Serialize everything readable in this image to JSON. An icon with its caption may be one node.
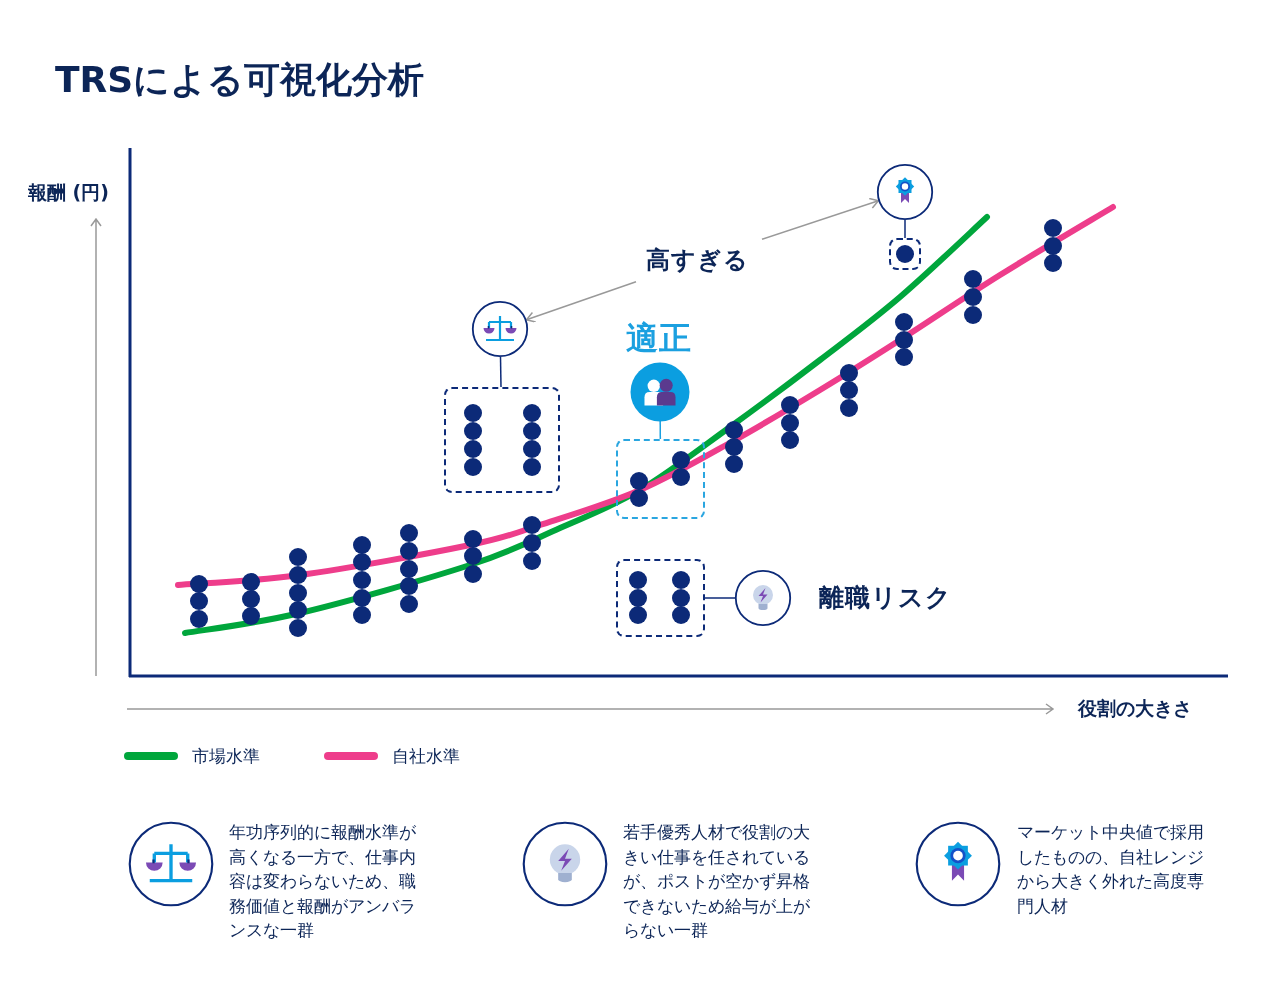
{
  "diagram": {
    "title": "TRSによる可視化分析",
    "nodes": [
      {
        "text": [
          "高すぎる"
        ]
      },
      {
        "text": [],
        "shape": "circle"
      },
      {
        "text": [],
        "shape": "box"
      },
      {
        "text": [],
        "shape": "circle"
      },
      {
        "text": [],
        "shape": "box"
      },
      {
        "text": [
          "適正"
        ]
      },
      {
        "text": [],
        "shape": "box"
      },
      {
        "text": [],
        "shape": "box"
      },
      {
        "text": [
          "離職リスク"
        ]
      },
      {
        "text": [],
        "shape": "circle",
        "beside": [
          "年功序列的に報酬水準が高くなる一方で、仕事内容は変わらないため、職務価値と報酬がアンバランスな一群"
        ]
      },
      {
        "text": [],
        "shape": "circle",
        "beside": [
          "若手優秀人材で役割の大きい仕事を任されているが、ポストが空かず昇格できないため給与が上がらない一群"
        ]
      },
      {
        "text": [],
        "shape": "circle",
        "beside": [
          "マーケット中央値で採用したものの、自社レンジから大きく外れた高度専門人材"
        ]
      }
    ],
    "edges": [
      {
        "from": 0,
        "to": 1,
        "arrow": "to",
        "color": "#999999"
      },
      {
        "from": 0,
        "to": 3,
        "arrow": "to",
        "color": "#999999"
      },
      {
        "from": 1,
        "to": 2,
        "arrow": "none"
      },
      {
        "from": 3,
        "to": 4,
        "arrow": "none"
      },
      {
        "from": 5,
        "to": 6,
        "arrow": "none",
        "color": "#1ba0e0"
      },
      {
        "from": 7,
        "to": 8,
        "arrow": "none"
      }
    ],
    "labels": [
      "報酬 (円)",
      "役割の大きさ"
    ],
    "legend": [
      {
        "text": "市場水準",
        "color": "#00a63c"
      },
      {
        "text": "自社水準",
        "color": "#ee3d8b"
      }
    ]
  }
}
